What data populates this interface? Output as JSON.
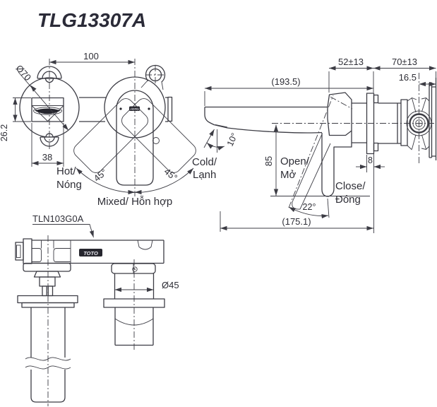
{
  "title": "TLG13307A",
  "colors": {
    "line": "#3c3c44",
    "text": "#2e2e36",
    "title": "#2b2b38",
    "background": "#ffffff",
    "logo_background": "#26262e"
  },
  "front_view": {
    "dims": {
      "center_distance": "100",
      "escutcheon_diameter": "Ø70",
      "spout_height": "26.2",
      "spout_width": "38",
      "handle_angle_left": "45°",
      "handle_angle_right": "45°"
    },
    "labels": {
      "hot_line1": "Hot/",
      "hot_line2": "Nóng",
      "cold_line1": "Cold/",
      "cold_line2": "Lạnh",
      "mixed": "Mixed/ Hỗn hợp"
    },
    "logo": "TOTO"
  },
  "side_view": {
    "dims": {
      "total_length": "(193.5)",
      "wall_front_depth": "52±13",
      "wall_embed_depth": "70±13",
      "bracket_offset": "16.5",
      "spout_tilt": "10°",
      "handle_drop": "85",
      "plate_thickness": "8",
      "handle_swing": "22°",
      "spout_reach": "(175.1)"
    },
    "labels": {
      "open_line1": "Open/",
      "open_line2": "Mở",
      "close_line1": "Close/",
      "close_line2": "Đóng"
    }
  },
  "bottom_view": {
    "part_label": "TLN103G0A",
    "shank_diameter": "Ø45",
    "logo": "TOTO"
  }
}
